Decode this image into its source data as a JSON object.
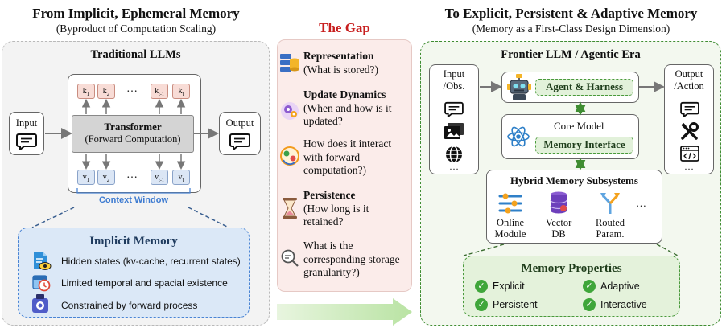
{
  "left": {
    "title": "From Implicit, Ephemeral Memory",
    "subtitle": "(Byproduct of Computation Scaling)",
    "panel_title": "Traditional LLMs",
    "input_label": "Input",
    "output_label": "Output",
    "transformer_title": "Transformer",
    "transformer_sub": "(Forward Computation)",
    "context_window": "Context Window",
    "k_tokens": [
      "k1",
      "k2",
      "k(t-1)",
      "kt"
    ],
    "v_tokens": [
      "v1",
      "v2",
      "v(t-1)",
      "vt"
    ],
    "ellipsis": "…",
    "implicit_title": "Implicit Memory",
    "implicit_items": [
      "Hidden states (kv-cache, recurrent states)",
      "Limited temporal and spacial existence",
      "Constrained by forward process"
    ]
  },
  "middle": {
    "title": "The Gap",
    "items": [
      {
        "head": "Representation",
        "body": "(What is stored?)"
      },
      {
        "head": "Update Dynamics",
        "body": "(When and how is it updated?"
      },
      {
        "head": "",
        "body": "How does it interact with forward computation?)"
      },
      {
        "head": "Persistence",
        "body": "(How long is it retained?"
      },
      {
        "head": "",
        "body": "What is the corresponding storage granularity?)"
      }
    ]
  },
  "right": {
    "title": "To Explicit, Persistent & Adaptive Memory",
    "subtitle": "(Memory as a First-Class Design Dimension)",
    "panel_title": "Frontier LLM / Agentic Era",
    "input_label": "Input /Obs.",
    "output_label": "Output /Action",
    "agent_label": "Agent & Harness",
    "core_label": "Core Model",
    "memory_interface": "Memory Interface",
    "hybrid_title": "Hybrid Memory Subsystems",
    "subsystems": [
      "Online Module",
      "Vector DB",
      "Routed Param."
    ],
    "ellipsis": "…",
    "properties_title": "Memory Properties",
    "properties": [
      "Explicit",
      "Adaptive",
      "Persistent",
      "Interactive"
    ]
  },
  "colors": {
    "gap_title": "#c81e1e",
    "green": "#3f8d32",
    "light_blue": "#dbe8f7",
    "accent_blue": "#3d7bd1"
  }
}
